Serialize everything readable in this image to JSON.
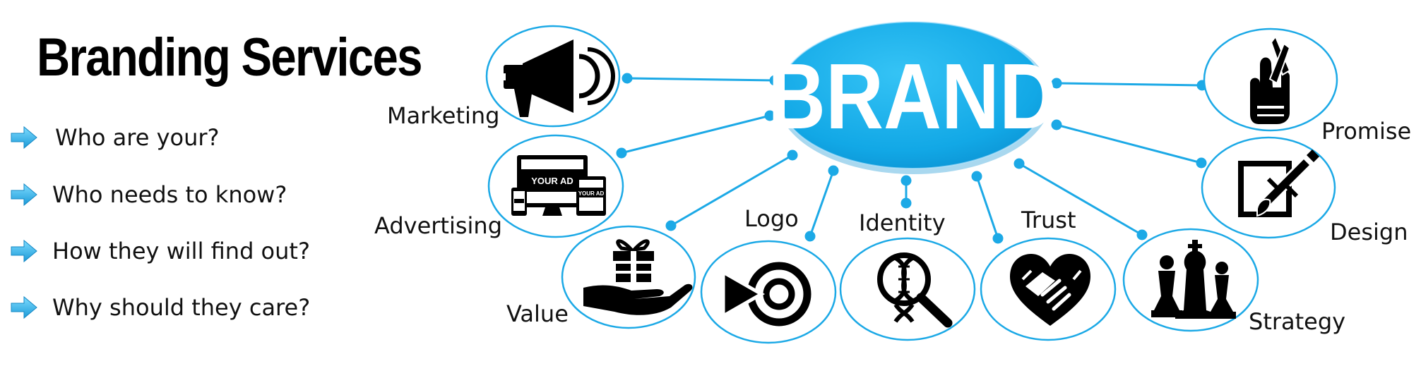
{
  "title": "Branding Services",
  "bullets": [
    "Who are your?",
    "Who needs to know?",
    "How they will find out?",
    "Why should they care?"
  ],
  "center": {
    "label": "BRAND"
  },
  "nodes": {
    "marketing": "Marketing",
    "advertising": "Advertising",
    "value": "Value",
    "logo": "Logo",
    "identity": "Identity",
    "trust": "Trust",
    "strategy": "Strategy",
    "design": "Design",
    "promise": "Promise"
  },
  "ad_text": {
    "monitor": "YOUR AD",
    "tablet": "YOUR AD"
  },
  "colors": {
    "accent": "#1ca9e6",
    "accent_dark": "#0a8fd0",
    "ink": "#000000"
  },
  "icons": {
    "marketing": "megaphone-icon",
    "advertising": "responsive-ad-icon",
    "value": "gift-in-hand-icon",
    "logo": "play-circle-icon",
    "identity": "dna-magnifier-icon",
    "trust": "heart-handshake-icon",
    "strategy": "chess-pieces-icon",
    "design": "pen-brush-icon",
    "promise": "crossed-fingers-icon",
    "bullet": "arrow-right-icon"
  }
}
